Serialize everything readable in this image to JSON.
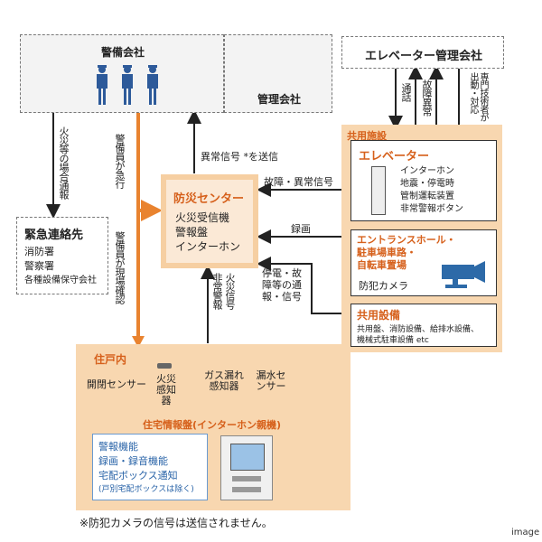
{
  "security_company": {
    "title": "警備会社"
  },
  "management_company": {
    "title": "管理会社"
  },
  "elevator_company": {
    "title": "エレベーター管理会社"
  },
  "emergency_contacts": {
    "title": "緊急連絡先",
    "items": [
      "消防署",
      "警察署",
      "各種設備保守会社"
    ]
  },
  "disaster_center": {
    "title": "防災センター",
    "items": [
      "火災受信機",
      "警報盤",
      "インターホン"
    ]
  },
  "shared_facilities": {
    "area_label": "共用施設",
    "elevator": {
      "title": "エレベーター",
      "items": [
        "インターホン",
        "地震・停電時",
        "管制運転装置",
        "非常警報ボタン"
      ]
    },
    "entrance": {
      "title_line1": "エントランスホール・",
      "title_line2": "駐車場車路・",
      "title_line3": "自転車置場",
      "camera_label": "防犯カメラ"
    },
    "equipment": {
      "title": "共用設備",
      "line1": "共用盤、消防設備、給排水設備、",
      "line2": "機械式駐車設備 etc"
    }
  },
  "residence": {
    "title": "住戸内",
    "sensors": [
      {
        "id": "open",
        "label": "開閉センサー"
      },
      {
        "id": "fire",
        "label": "火災感知器"
      },
      {
        "id": "gas",
        "label": "ガス漏れ感知器"
      },
      {
        "id": "water",
        "label": "漏水センサー"
      }
    ],
    "panel_title": "住宅情報盤(インターホン親機)",
    "functions": [
      "警報機能",
      "録画・録音機能",
      "宅配ボックス通知",
      "(戸別宅配ボックスは除く)"
    ]
  },
  "arrows": {
    "fire_report": "火災等の場合通報",
    "guard_rush": "警備員が急行",
    "guard_confirm": "警備員が現場確認",
    "abnormal_signal": "異常信号 *を送信",
    "failure_signal": "故障・異常信号",
    "recording": "録画",
    "power_failure": "停電・故障等の通報・信号",
    "fire_signal_line1": "火災信号",
    "fire_signal_line2": "非常警報",
    "call": "通話",
    "failure_abnormal": "故障異常",
    "dispatch": "専門技術者が出動・対応"
  },
  "footnote": "※防犯カメラの信号は送信されません。",
  "corner_text": "image"
}
